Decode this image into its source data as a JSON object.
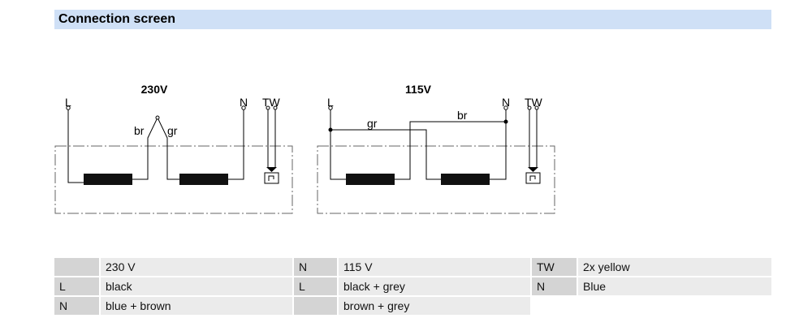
{
  "header": {
    "title": "Connection screen"
  },
  "diagrams": [
    {
      "title": "230V",
      "labels": {
        "L": "L",
        "N": "N",
        "TW": "TW",
        "br": "br",
        "gr": "gr"
      }
    },
    {
      "title": "115V",
      "labels": {
        "L": "L",
        "N": "N",
        "TW": "TW",
        "br": "br",
        "gr": "gr"
      }
    }
  ],
  "legend": {
    "rows": [
      [
        {
          "key": "",
          "value": "230 V"
        },
        {
          "key": "N",
          "value": "115 V"
        },
        {
          "key": "TW",
          "value": "2x yellow"
        }
      ],
      [
        {
          "key": "L",
          "value": "black"
        },
        {
          "key": "L",
          "value": "black + grey"
        },
        {
          "key": "N",
          "value": "Blue"
        }
      ],
      [
        {
          "key": "N",
          "value": "blue + brown"
        },
        {
          "key": "",
          "value": "brown + grey"
        }
      ]
    ]
  }
}
